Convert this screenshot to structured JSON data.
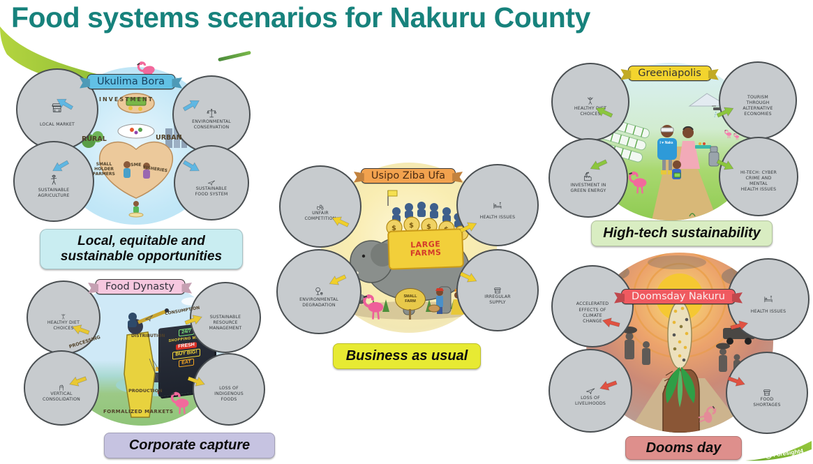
{
  "slide": {
    "title": "Food systems scenarios for Nakuru County",
    "title_color": "#17827C"
  },
  "logo": {
    "text": "Foresight4",
    "icon": "spiral-leaf-swoosh"
  },
  "decor": {
    "corner_icon": "green-leaf-swoosh"
  },
  "scenarios": [
    {
      "id": "ukulima-bora",
      "banner": "Ukulima Bora",
      "banner_color": "#62C1E5",
      "banner_text_color": "#16405E",
      "arrow_color": "#5FB7E3",
      "label": "Local, equitable and sustainable opportunities",
      "label_bg": "#C9EDF1",
      "keywords": [
        "INVESTMENT",
        "RURAL",
        "URBAN",
        "SMALL HOLDER FARMERS",
        "SME",
        "FISHERIES"
      ],
      "circles": [
        {
          "caption": "LOCAL MARKET",
          "icon": "market-stall"
        },
        {
          "caption": "ENVIRONMENTAL CONSERVATION",
          "icon": "balance-scales"
        },
        {
          "caption": "SUSTAINABLE AGRICULTURE",
          "icon": "farmer"
        },
        {
          "caption": "SUSTAINABLE FOOD SYSTEM",
          "icon": "airplane"
        }
      ]
    },
    {
      "id": "food-dynasty",
      "banner": "Food Dynasty",
      "banner_color": "#F6C8DF",
      "banner_text_color": "#33333D",
      "arrow_color": "#E9C832",
      "label": "Corporate capture",
      "label_bg": "#C6C3E1",
      "keywords": [
        "PROCESSING",
        "DISTRIBUTION",
        "CONSUMPTION",
        "PRODUCTION",
        "FORMALIZED MARKETS"
      ],
      "mall_signs": [
        "24/7",
        "SHOPPING MALL",
        "FRESH",
        "BUY BIG!",
        "EAT"
      ],
      "circles": [
        {
          "caption": "HEALTHY DIET CHOICES",
          "icon": "wrestler"
        },
        {
          "caption": "SUSTAINABLE RESOURCE MANAGEMENT",
          "icon": "plant-in-jar"
        },
        {
          "caption": "VERTICAL CONSOLIDATION",
          "icon": "raised-fists"
        },
        {
          "caption": "LOSS OF INDIGENOUS FOODS",
          "icon": "food-bowl"
        }
      ]
    },
    {
      "id": "usipo-ziba-ufa",
      "banner": "Usipo Ziba Ufa",
      "banner_color": "#F2A24E",
      "banner_text_color": "#4A2B12",
      "arrow_color": "#F0CF2A",
      "label": "Business as usual",
      "label_bg": "#E7EA33",
      "keywords": [
        "LARGE FARMS",
        "SMALL FARM"
      ],
      "circles": [
        {
          "caption": "UNFAIR COMPETITION",
          "icon": "tractor"
        },
        {
          "caption": "HEALTH ISSUES",
          "icon": "hospital-bed"
        },
        {
          "caption": "ENVIRONMENTAL DEGRADATION",
          "icon": "felled-tree"
        },
        {
          "caption": "IRREGULAR SUPPLY",
          "icon": "market-stall"
        }
      ]
    },
    {
      "id": "greeniapolis",
      "banner": "Greeniapolis",
      "banner_color": "#F3D42E",
      "banner_text_color": "#333333",
      "arrow_color": "#8CC63E",
      "label": "High-tech sustainability",
      "label_bg": "#D9EDC2",
      "keywords": [
        "I ♥ Naks"
      ],
      "circles": [
        {
          "caption": "HEALTHY DIET CHOICES",
          "icon": "wrestler"
        },
        {
          "caption": "TOURISM THROUGH ALTERNATIVE ECONOMIES",
          "icon": "camera"
        },
        {
          "caption": "INVESTMENT IN GREEN ENERGY",
          "icon": "factory"
        },
        {
          "caption": "HI-TECH: CYBER CRIME AND MENTAL HEALTH ISSUES",
          "icon": "smartphone"
        }
      ]
    },
    {
      "id": "doomsday-nakuru",
      "banner": "Doomsday Nakuru",
      "banner_color": "#F05A60",
      "banner_text_color": "#FBEFEF",
      "arrow_color": "#E05242",
      "label": "Dooms day",
      "label_bg": "#DE8F8C",
      "keywords": [],
      "circles": [
        {
          "caption": "ACCELERATED EFFECTS OF CLIMATE CHANGE",
          "icon": "factory"
        },
        {
          "caption": "HEALTH ISSUES",
          "icon": "hospital-bed"
        },
        {
          "caption": "LOSS OF LIVELIHOODS",
          "icon": "airplane"
        },
        {
          "caption": "FOOD SHORTAGES",
          "icon": "market-stall"
        }
      ]
    }
  ]
}
